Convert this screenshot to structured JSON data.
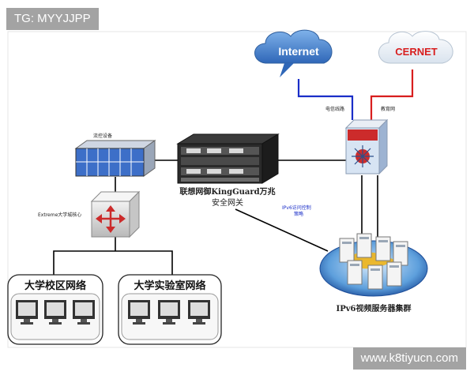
{
  "watermarks": {
    "top_left": "TG: MYYJJPP",
    "bottom_right": "www.k8tiyucn.com"
  },
  "clouds": {
    "internet": "Internet",
    "cernet": "CERNET"
  },
  "link_labels": {
    "telecom": "电信线路",
    "edu": "教育网"
  },
  "devices": {
    "storage": "流控设备",
    "core_switch": "Extreme大学城核心",
    "gateway_line1": "联想网御KingGuard万兆",
    "gateway_line2": "安全网关",
    "policy_line1": "IPv6访问控制",
    "policy_line2": "策略",
    "server_cluster": "IPv6视频服务器集群"
  },
  "networks": {
    "campus": "大学校区网络",
    "lab": "大学实验室网络"
  },
  "colors": {
    "wan_blue": "#1a2ec8",
    "wan_red": "#d81e1e",
    "cloud_blue": "#3a79c7",
    "router_red": "#cc2b2b"
  }
}
